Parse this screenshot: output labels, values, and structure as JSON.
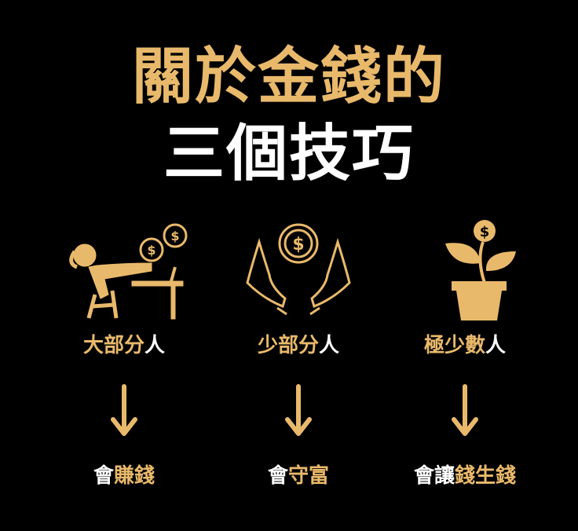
{
  "title": {
    "line1": "關於金錢的",
    "line2": "三個技巧"
  },
  "colors": {
    "gold": "#E9B96B",
    "white": "#FFFFFF",
    "background": "#000000"
  },
  "columns": [
    {
      "icon": "relaxing-person-icon",
      "label_gold": "大部分",
      "label_white": "人",
      "result_white": "會",
      "result_gold": "賺錢"
    },
    {
      "icon": "hands-coin-icon",
      "label_gold": "少部分",
      "label_white": "人",
      "result_white": "會",
      "result_gold": "守富"
    },
    {
      "icon": "money-plant-icon",
      "label_gold": "極少數",
      "label_white": "人",
      "result_white": "會讓",
      "result_gold": "錢生錢"
    }
  ]
}
